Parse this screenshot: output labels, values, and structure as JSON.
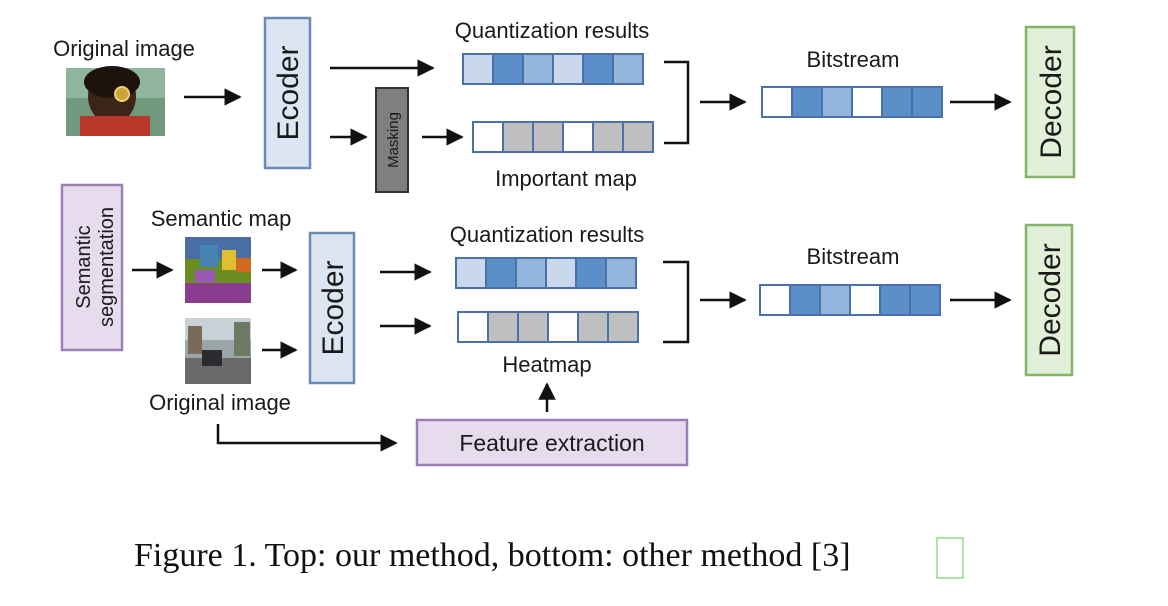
{
  "top": {
    "input_label": "Original image",
    "encoder_label": "Ecoder",
    "masking_label": "Masking",
    "quant_label": "Quantization results",
    "importance_label": "Important map",
    "bitstream_label": "Bitstream",
    "decoder_label": "Decoder"
  },
  "bottom": {
    "segmentation_label": "Semantic segmentation",
    "semantic_map_label": "Semantic map",
    "input_label": "Original image",
    "encoder_label": "Ecoder",
    "quant_label": "Quantization results",
    "heatmap_label": "Heatmap",
    "bitstream_label": "Bitstream",
    "decoder_label": "Decoder",
    "feature_label": "Feature extraction"
  },
  "colors": {
    "encoder_fill": "#dce6f2",
    "encoder_stroke": "#6a8ab8",
    "decoder_fill": "#e2f0d9",
    "decoder_stroke": "#82b366",
    "purple_fill": "#e6dced",
    "purple_stroke": "#9b7fb8",
    "masking_fill": "#7f7f7f",
    "cell_light": "#c9d8ec",
    "cell_mid": "#94b6dc",
    "cell_dark": "#5b8fca",
    "cell_gray": "#bfbfbf",
    "cell_white": "#ffffff",
    "cell_stroke": "#4a72a8"
  },
  "caption": {
    "text": "Figure 1. Top: our method, bottom: other method [",
    "ref": "3",
    "close": "]"
  }
}
